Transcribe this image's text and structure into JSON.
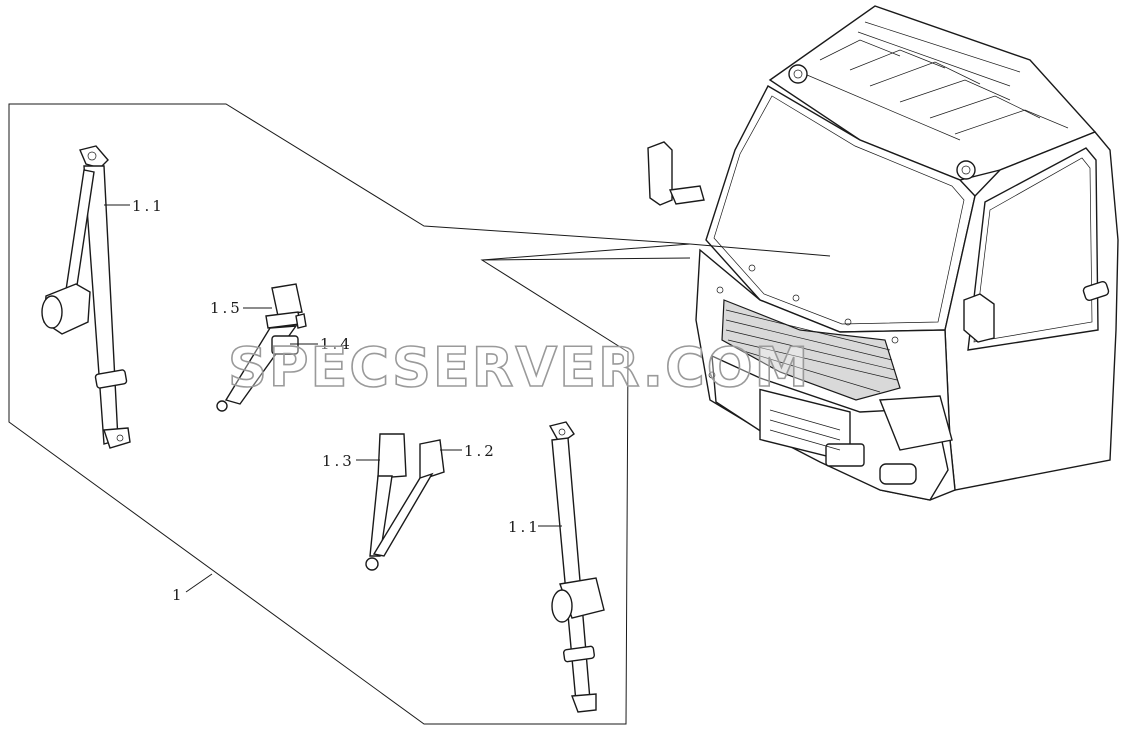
{
  "labels": {
    "l_1_1_a": "1.1",
    "l_1_5": "1.5",
    "l_1_4": "1.4",
    "l_1_3": "1.3",
    "l_1_2": "1.2",
    "l_1_1_b": "1.1",
    "l_1": "1"
  },
  "watermark": "SPECSERVER.COM"
}
